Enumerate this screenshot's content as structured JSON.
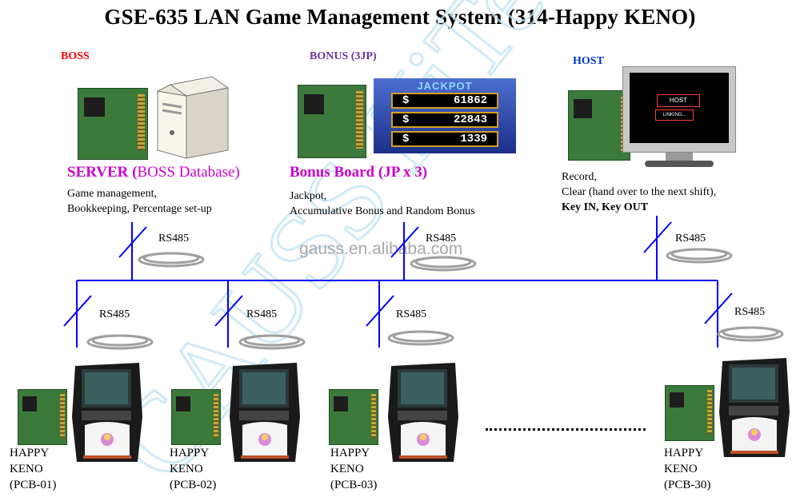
{
  "title": "GSE-635 LAN Game Management System (314-Happy KENO)",
  "watermark": "GAUSS HiTech Co.",
  "site": "gauss.en.alibaba.com",
  "boss": {
    "role": "BOSS",
    "device_bold": "SERVER (",
    "device_rest": "BOSS Database)",
    "desc_line1": "Game management,",
    "desc_line2": "Bookkeeping,  Percentage set-up",
    "link": "RS485"
  },
  "bonus": {
    "role": "BONUS (3JP)",
    "device": "Bonus Board (JP x 3)",
    "desc_line1": "Jackpot,",
    "desc_line2": "Accumulative Bonus and Random Bonus",
    "link": "RS485",
    "jackpot_title": "JACKPOT",
    "jp_rows": [
      {
        "sign": "$",
        "value": "61862"
      },
      {
        "sign": "$",
        "value": "22843"
      },
      {
        "sign": "$",
        "value": "1339"
      }
    ]
  },
  "host": {
    "role": "HOST",
    "desc_line1": "Record,",
    "desc_line2": "Clear (hand over to the next shift),",
    "desc_line3": "Key IN, Key OUT",
    "link": "RS485",
    "screen_box1": "HOST",
    "screen_box2": "LINKING..."
  },
  "terminals": [
    {
      "line1": "HAPPY",
      "line2": "KENO",
      "line3": "(PCB-01)",
      "link": "RS485"
    },
    {
      "line1": "HAPPY",
      "line2": "KENO",
      "line3": "(PCB-02)",
      "link": "RS485"
    },
    {
      "line1": "HAPPY",
      "line2": "KENO",
      "line3": "(PCB-03)",
      "link": "RS485"
    },
    {
      "line1": "HAPPY",
      "line2": "KENO",
      "line3": "(PCB-30)",
      "link": "RS485"
    }
  ],
  "colors": {
    "bus": "#0000ff",
    "boss_role": "#ff0000",
    "bonus_role": "#7030a0",
    "host_role": "#0033cc",
    "server_label": "#cc00cc",
    "bonus_label": "#cc00cc"
  }
}
